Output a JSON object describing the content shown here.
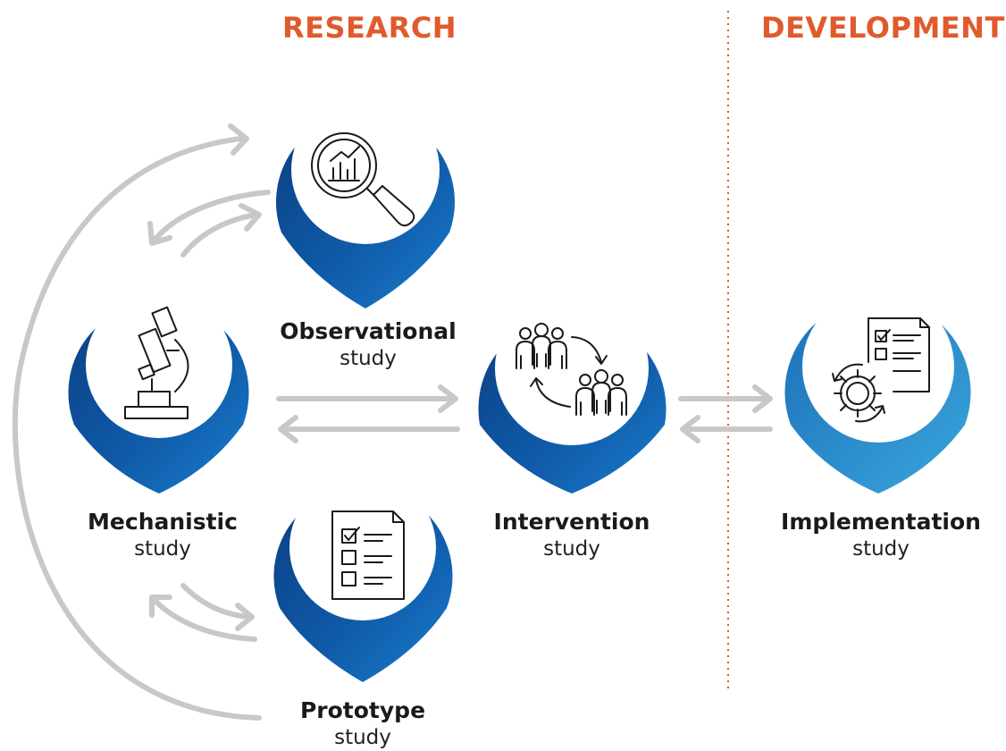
{
  "headers": {
    "research": "RESEARCH",
    "development": "DEVELOPMENT"
  },
  "studies": {
    "observational": {
      "title": "Observational",
      "subtitle": "study",
      "icon": "magnifier-chart-icon"
    },
    "mechanistic": {
      "title": "Mechanistic",
      "subtitle": "study",
      "icon": "microscope-icon"
    },
    "intervention": {
      "title": "Intervention",
      "subtitle": "study",
      "icon": "groups-cycle-icon"
    },
    "prototype": {
      "title": "Prototype",
      "subtitle": "study",
      "icon": "checklist-icon"
    },
    "implementation": {
      "title": "Implementation",
      "subtitle": "study",
      "icon": "checklist-gear-icon"
    }
  },
  "colors": {
    "header": "#e05a2b",
    "pin_dark": "#0d4c94",
    "pin_light": "#2a8fd0",
    "arrow": "#c8c8c8",
    "divider": "#e05a2b"
  }
}
